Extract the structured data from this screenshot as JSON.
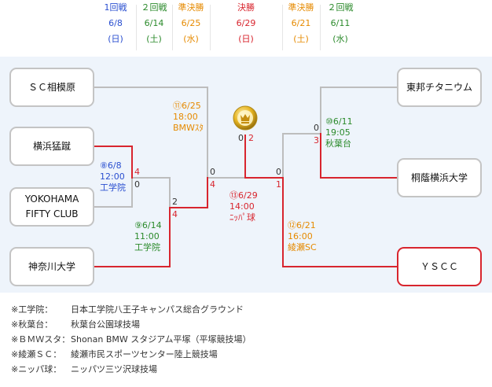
{
  "header": [
    {
      "round": "1回戦",
      "date": "6/8",
      "day": "(日)",
      "color": "#2a4fd0"
    },
    {
      "round": "２回戦",
      "date": "6/14",
      "day": "(土)",
      "color": "#2b8a2b"
    },
    {
      "round": "準決勝",
      "date": "6/25",
      "day": "(水)",
      "color": "#e68a00"
    },
    {
      "round": "決勝",
      "date": "6/29",
      "day": "(日)",
      "color": "#d8252e"
    },
    {
      "round": "準決勝",
      "date": "6/21",
      "day": "(土)",
      "color": "#e68a00"
    },
    {
      "round": "２回戦",
      "date": "6/11",
      "day": "(水)",
      "color": "#2b8a2b"
    }
  ],
  "teams": {
    "sc_sagamihara": "ＳＣ相模原",
    "yokohama_moshu": "横浜猛蹴",
    "yokohama_fifty_1": "YOKOHAMA",
    "yokohama_fifty_2": "FIFTY CLUB",
    "kanagawa_univ": "神奈川大学",
    "toho_titanium": "東邦チタニウム",
    "toin_yokohama": "桐蔭横浜大学",
    "yscc": "ＹＳＣＣ"
  },
  "matches": {
    "m8": {
      "no": "⑧",
      "date": "6/8",
      "time": "12:00",
      "venue": "工学院"
    },
    "m9": {
      "no": "⑨",
      "date": "6/14",
      "time": "11:00",
      "venue": "工学院"
    },
    "m10": {
      "no": "⑩",
      "date": "6/11",
      "time": "19:05",
      "venue": "秋葉台"
    },
    "m11": {
      "no": "⑪",
      "date": "6/25",
      "time": "18:00",
      "venue": "BMWｽﾀ"
    },
    "m12": {
      "no": "⑫",
      "date": "6/21",
      "time": "16:00",
      "venue": "綾瀬SC"
    },
    "m13": {
      "no": "⑬",
      "date": "6/29",
      "time": "14:00",
      "venue": "ﾆｯﾊﾟ球"
    }
  },
  "scores": {
    "m8_top": "4",
    "m8_bottom": "0",
    "m9_top": "2",
    "m9_bottom": "4",
    "m11_top": "0",
    "m11_bottom": "4",
    "m10_top": "0",
    "m10_bottom": "3",
    "m12_top": "0",
    "m12_bottom": "1",
    "m13_left": "0",
    "m13_right": "2"
  },
  "notes": [
    {
      "key": "※工学院：",
      "value": "日本工学院八王子キャンパス総合グラウンド"
    },
    {
      "key": "※秋葉台：",
      "value": "秋葉台公園球技場"
    },
    {
      "key": "※ＢＭＷスタ：",
      "value": "Shonan BMW スタジアム平塚（平塚競技場）"
    },
    {
      "key": "※綾瀬ＳＣ：",
      "value": "綾瀬市民スポーツセンター陸上競技場"
    },
    {
      "key": "※ニッパ球：",
      "value": "ニッパツ三ツ沢球技場"
    }
  ],
  "colors": {
    "win_line": "#d8252e",
    "lose_line": "#bdbdbd",
    "panel_bg": "#eef4fb",
    "round1": "#2a4fd0",
    "round2": "#2b8a2b",
    "semi": "#e68a00",
    "final": "#d8252e"
  },
  "icons": {
    "trophy": "trophy-icon"
  }
}
